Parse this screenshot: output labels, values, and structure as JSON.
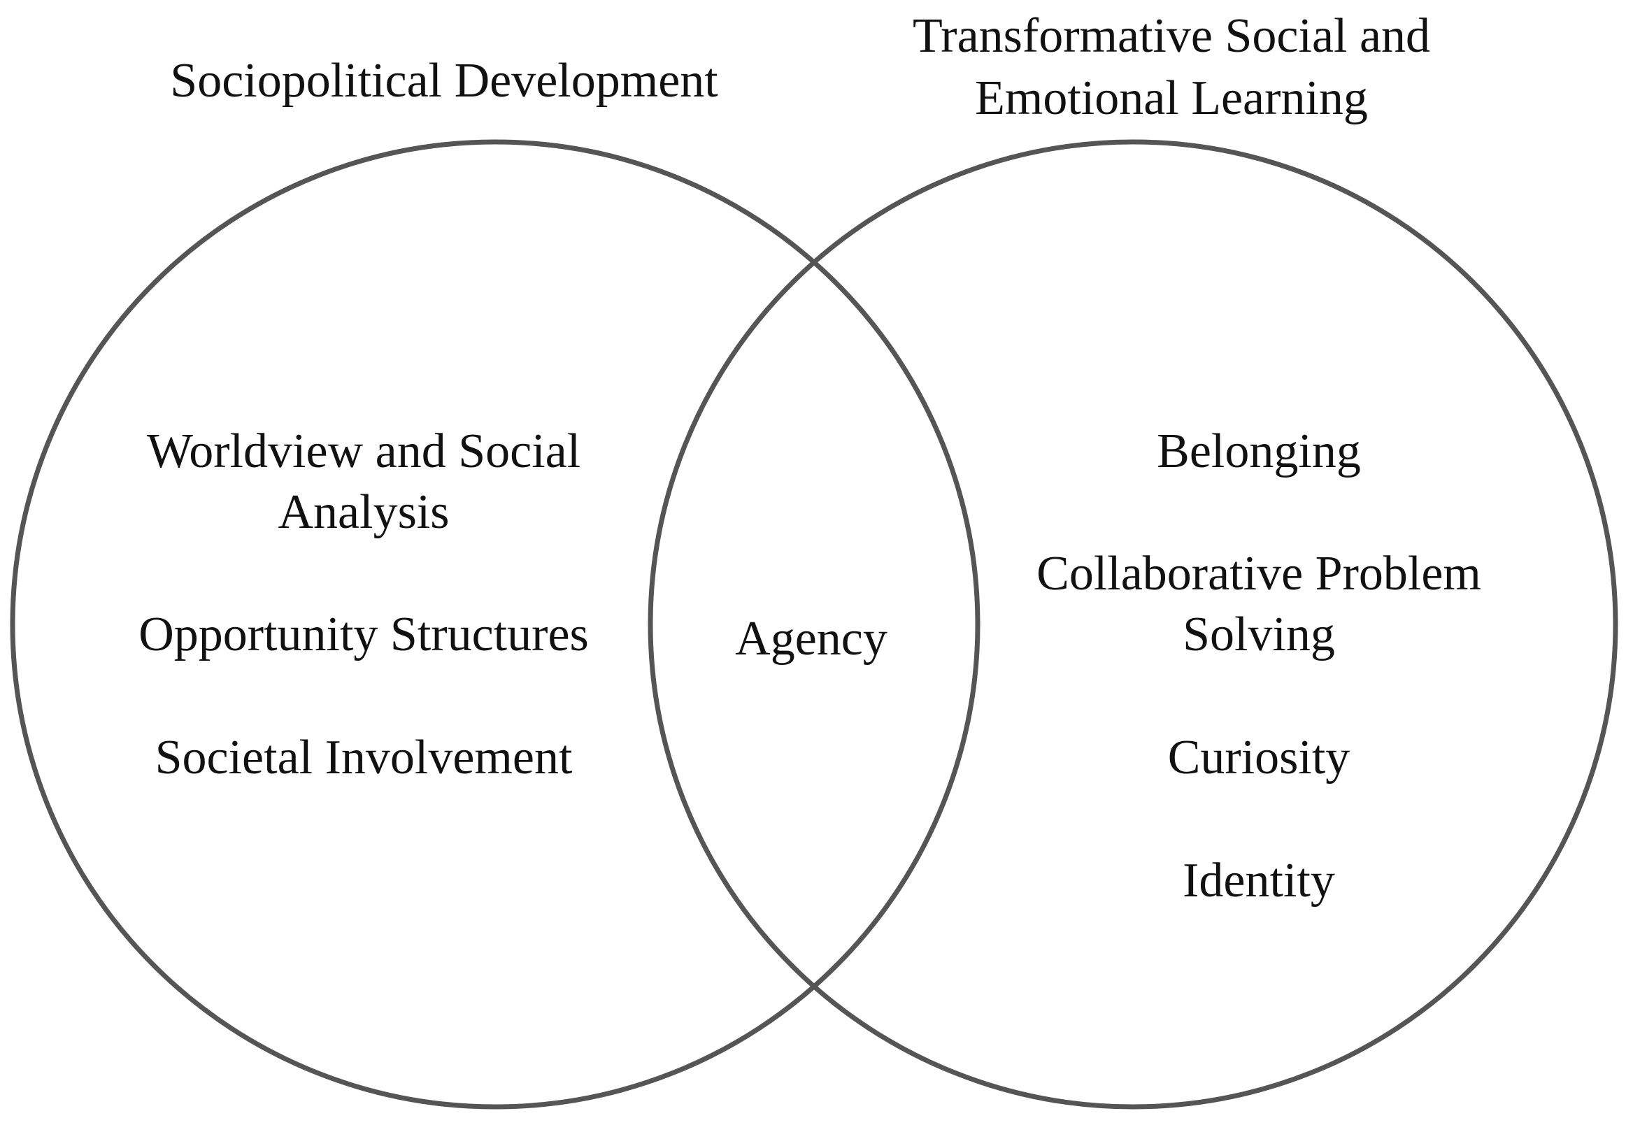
{
  "left_set": {
    "title": "Sociopolitical Development",
    "items": [
      "Worldview and Social",
      "Analysis",
      "Opportunity Structures",
      "Societal Involvement"
    ]
  },
  "right_set": {
    "title_line1": "Transformative Social and",
    "title_line2": "Emotional Learning",
    "items": [
      "Belonging",
      "Collaborative Problem",
      "Solving",
      "Curiosity",
      "Identity"
    ]
  },
  "overlap": {
    "label": "Agency"
  },
  "colors": {
    "stroke": "#555555",
    "text": "#111111",
    "background": "#ffffff"
  }
}
